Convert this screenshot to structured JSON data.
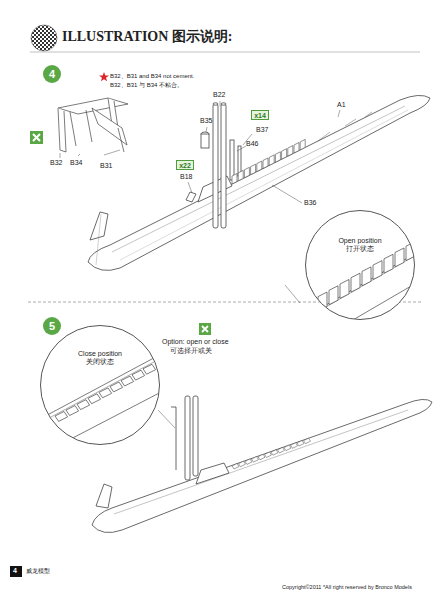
{
  "diagram": {
    "title": "ILLUSTRATION 图示说明:",
    "nodes": [
      {
        "text": [
          "4"
        ]
      },
      {
        "text": [
          "x14"
        ]
      },
      {
        "text": [
          "x22"
        ]
      },
      {
        "text": [
          "Open position",
          "打开状态"
        ]
      },
      {
        "text": [
          "5"
        ]
      },
      {
        "text": [
          "Close position",
          "关闭状态"
        ]
      }
    ],
    "edges": [],
    "labels": [
      "B32、B31 and B34 not cement.",
      "B32、B31 与 B34 不粘合。",
      "B22",
      "A1",
      "B35",
      "B37",
      "B46",
      "B18",
      "B36",
      "B32",
      "B34",
      "B31",
      "Option: open or close",
      "可选择开或关",
      "4",
      "威龙模型",
      "Copyright©2011  *All right reserved by Bronco Models"
    ]
  }
}
